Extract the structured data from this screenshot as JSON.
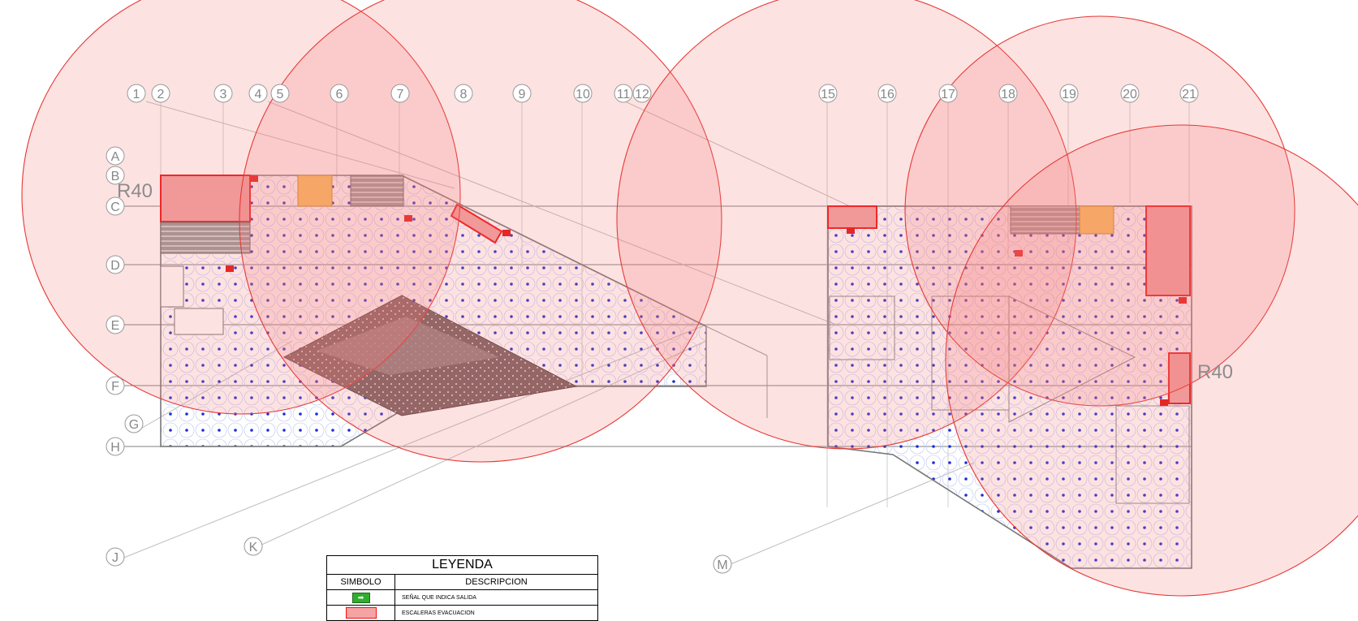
{
  "grid": {
    "columns": [
      "1",
      "2",
      "3",
      "4",
      "5",
      "6",
      "7",
      "8",
      "9",
      "10",
      "11",
      "12",
      "15",
      "16",
      "17",
      "18",
      "19",
      "20",
      "21"
    ],
    "rows": [
      "A",
      "B",
      "C",
      "D",
      "E",
      "F",
      "G",
      "H",
      "J",
      "K",
      "M"
    ]
  },
  "radius_labels": [
    "R40",
    "R40"
  ],
  "legend": {
    "title": "LEYENDA",
    "col_symbol": "SIMBOLO",
    "col_description": "DESCRIPCION",
    "items": [
      {
        "icon": "exit-sign-icon",
        "description": "SEÑAL QUE INDICA SALIDA"
      },
      {
        "icon": "evacuation-stairs-swatch",
        "description": "ESCALERAS EVACUACION"
      }
    ]
  },
  "colors": {
    "coverage_fill": "#f47a7a",
    "coverage_stroke": "#e53935",
    "stair_fill": "#f0a0a0",
    "exit_marker": "#e01010",
    "sprinkler": "#1a2fd6",
    "landscape": "#7a5f5f",
    "yellow_core": "#f6c25a"
  }
}
